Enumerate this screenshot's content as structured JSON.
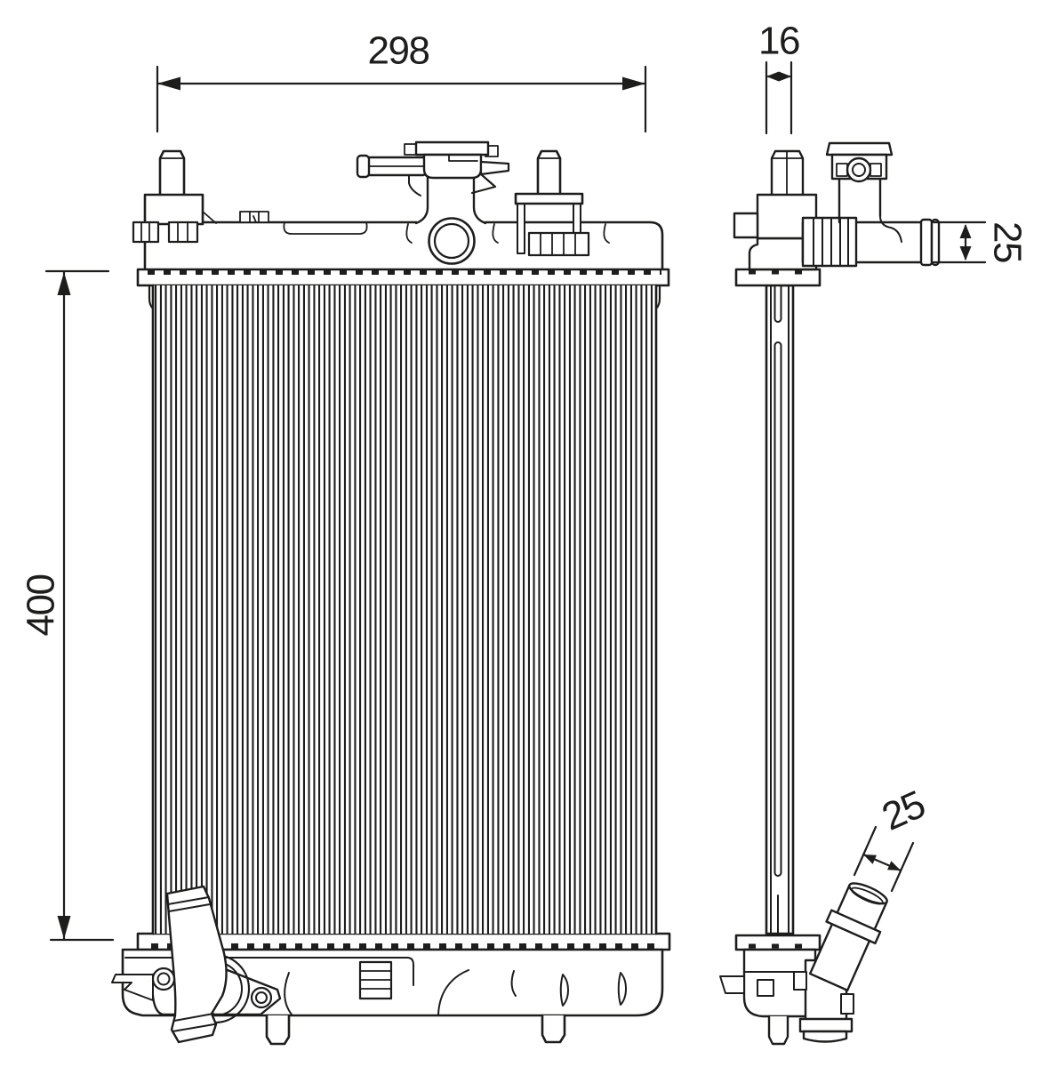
{
  "drawing": {
    "background": "#ffffff",
    "line_color": "#1d1d1b",
    "dimensions": {
      "core_width": "298",
      "core_height": "400",
      "core_depth": "16",
      "top_outlet_diameter": "25",
      "bottom_inlet_diameter": "25"
    }
  }
}
